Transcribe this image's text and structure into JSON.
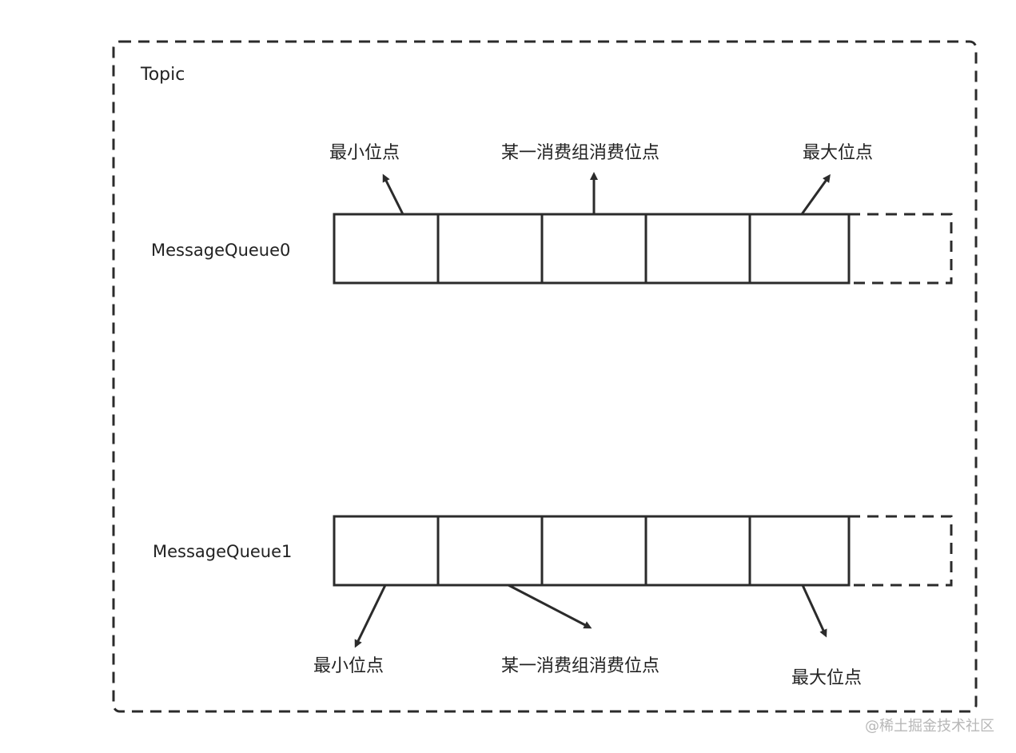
{
  "topic": {
    "label": "Topic"
  },
  "queues": [
    {
      "name": "MessageQueue0",
      "pointers": {
        "min": "最小位点",
        "consumer": "某一消费组消费位点",
        "max": "最大位点"
      }
    },
    {
      "name": "MessageQueue1",
      "pointers": {
        "min": "最小位点",
        "consumer": "某一消费组消费位点",
        "max": "最大位点"
      }
    }
  ],
  "watermark": "@稀土掘金技术社区"
}
